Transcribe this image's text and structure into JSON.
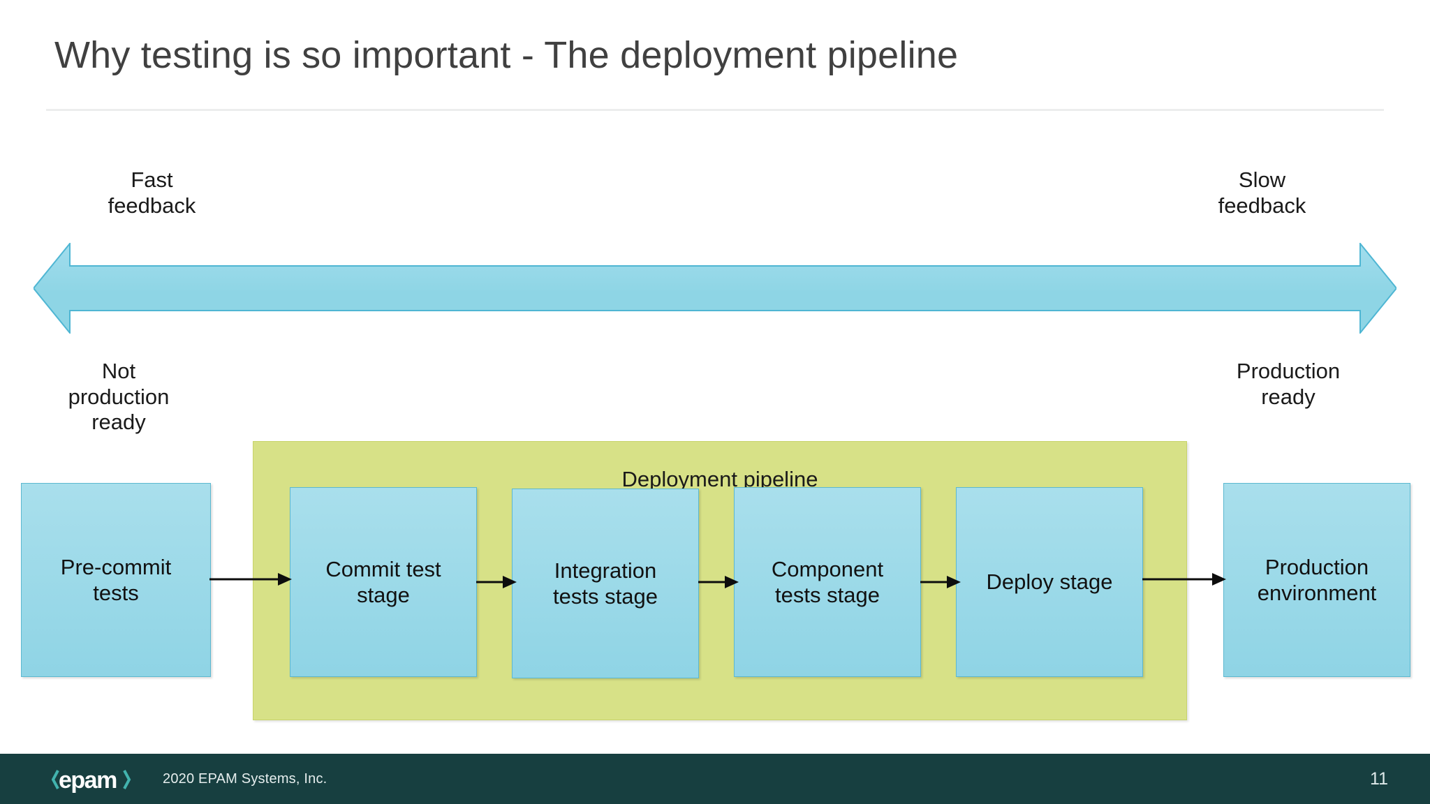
{
  "slide": {
    "title": "Why testing is so important - The deployment pipeline",
    "page_number": "11"
  },
  "feedback_axis": {
    "left_label": "Fast\nfeedback",
    "left_label_line1": "Fast",
    "left_label_line2": "feedback",
    "right_label_line1": "Slow",
    "right_label_line2": "feedback",
    "arrow_type": "double-headed-horizontal-arrow",
    "arrow_color": "#92d9e6"
  },
  "readiness": {
    "left_line1": "Not",
    "left_line2": "production",
    "left_line3": "ready",
    "right_line1": "Production",
    "right_line2": "ready"
  },
  "pipeline": {
    "container_label": "Deployment pipeline",
    "container_color": "#d7e187",
    "stage_color": "#9bd9e8",
    "outside_stages": [
      {
        "id": "pre-commit-tests",
        "line1": "Pre-commit",
        "line2": "tests"
      },
      {
        "id": "production-environment",
        "line1": "Production",
        "line2": "environment"
      }
    ],
    "inner_stages": [
      {
        "id": "commit-test-stage",
        "line1": "Commit test",
        "line2": "stage"
      },
      {
        "id": "integration-tests-stage",
        "line1": "Integration",
        "line2": "tests stage"
      },
      {
        "id": "component-tests-stage",
        "line1": "Component",
        "line2": "tests stage"
      },
      {
        "id": "deploy-stage",
        "line1": "Deploy stage",
        "line2": ""
      }
    ],
    "connector_count": 5
  },
  "footer": {
    "brand": "epam",
    "copyright": "2020 EPAM Systems, Inc.",
    "page_number": "11",
    "background": "#173f40",
    "accent": "#42b3ae"
  }
}
